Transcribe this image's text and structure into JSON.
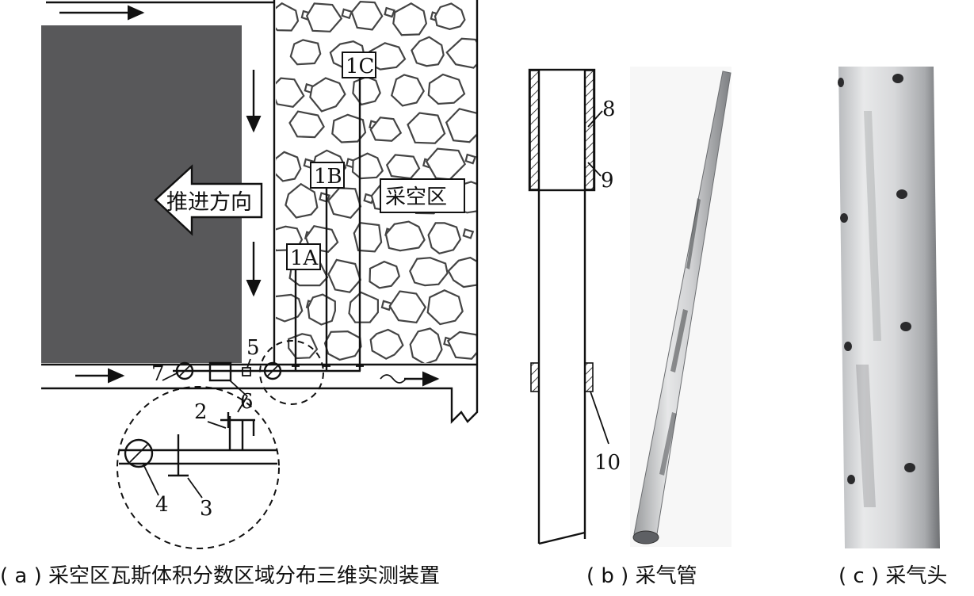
{
  "panel_a": {
    "direction_label": "推进方向",
    "goaf_label": "采空区",
    "probe_labels": [
      "1A",
      "1B",
      "1C"
    ],
    "numbers": [
      "2",
      "3",
      "4",
      "5",
      "6",
      "7"
    ],
    "caption": "( a ) 采空区瓦斯体积分数区域分布三维实测装置",
    "colors": {
      "coal_block": "#58585a",
      "line": "#111111"
    }
  },
  "panel_b": {
    "numbers": [
      "8",
      "9",
      "10"
    ],
    "caption": "( b ) 采气管"
  },
  "panel_c": {
    "caption": "( c ) 采气头"
  }
}
